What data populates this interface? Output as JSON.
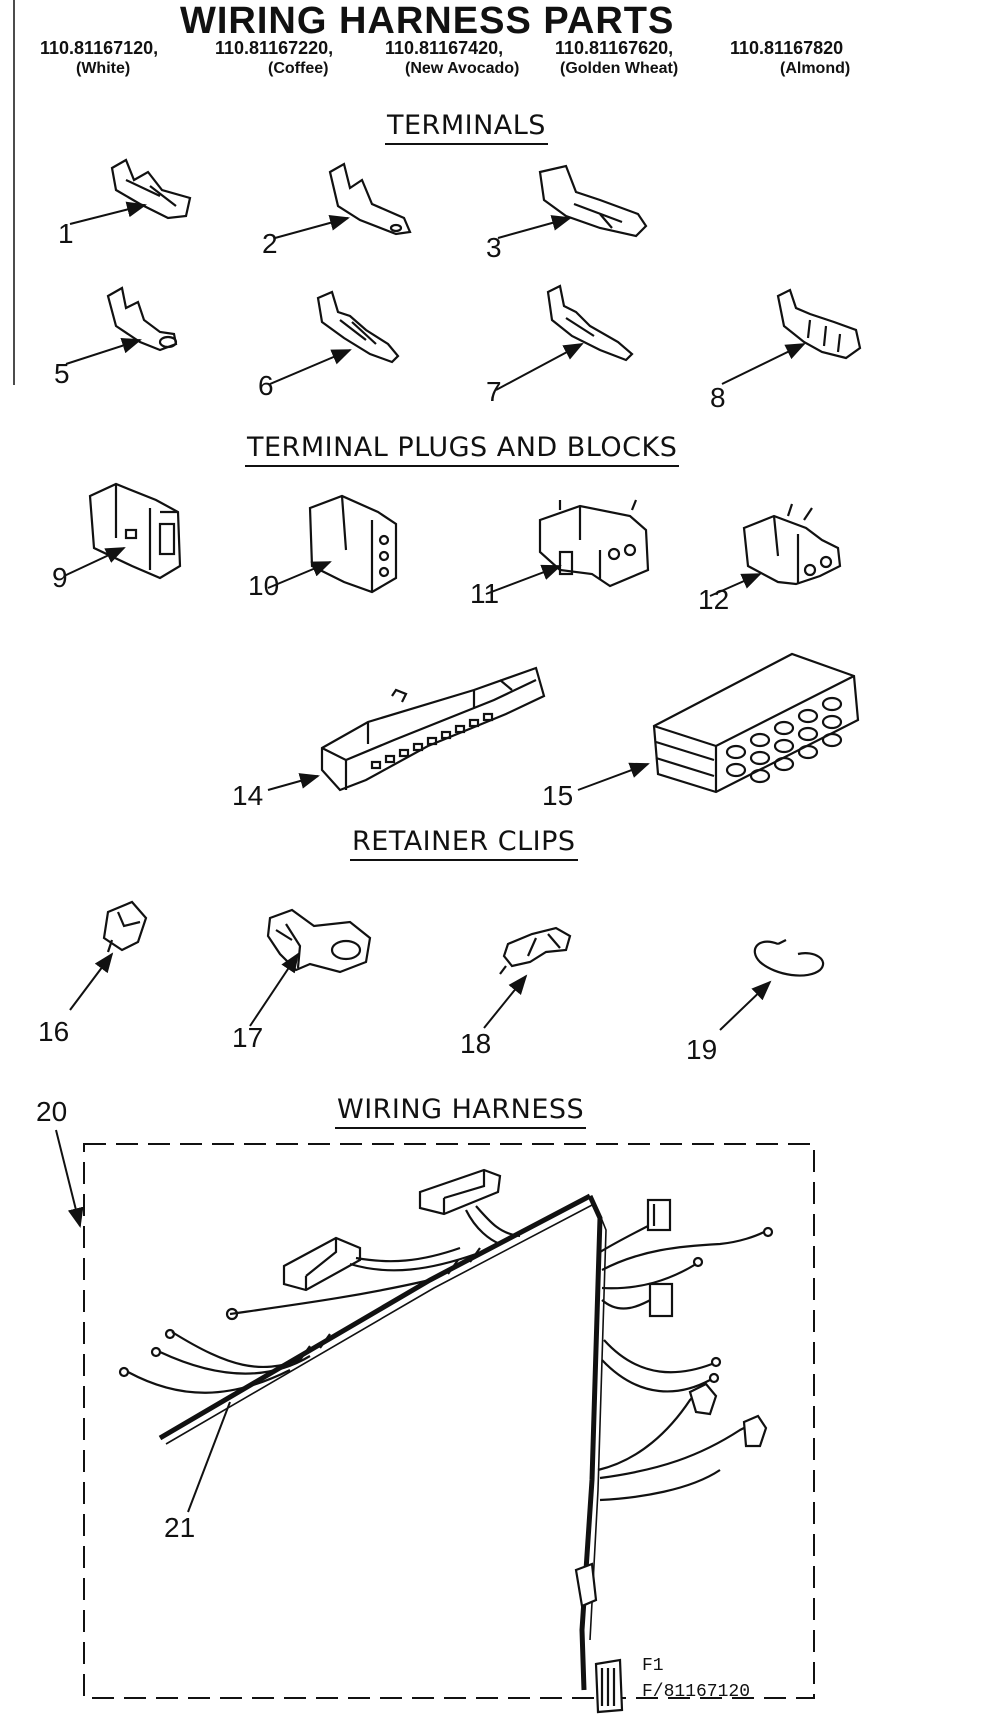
{
  "title": "WIRING HARNESS PARTS",
  "models": [
    {
      "number": "110.81167120,",
      "color": "(White)"
    },
    {
      "number": "110.81167220,",
      "color": "(Coffee)"
    },
    {
      "number": "110.81167420,",
      "color": "(New Avocado)"
    },
    {
      "number": "110.81167620,",
      "color": "(Golden Wheat)"
    },
    {
      "number": "110.81167820",
      "color": "(Almond)"
    }
  ],
  "sections": {
    "terminals": "TERMINALS",
    "plugs": "TERMINAL PLUGS AND BLOCKS",
    "clips": "RETAINER CLIPS",
    "harness": "WIRING HARNESS"
  },
  "callouts": [
    "1",
    "2",
    "3",
    "5",
    "6",
    "7",
    "8",
    "9",
    "10",
    "11",
    "12",
    "14",
    "15",
    "16",
    "17",
    "18",
    "19",
    "20",
    "21"
  ],
  "figure_code": {
    "line1": "F1",
    "line2": "F/81167120"
  }
}
